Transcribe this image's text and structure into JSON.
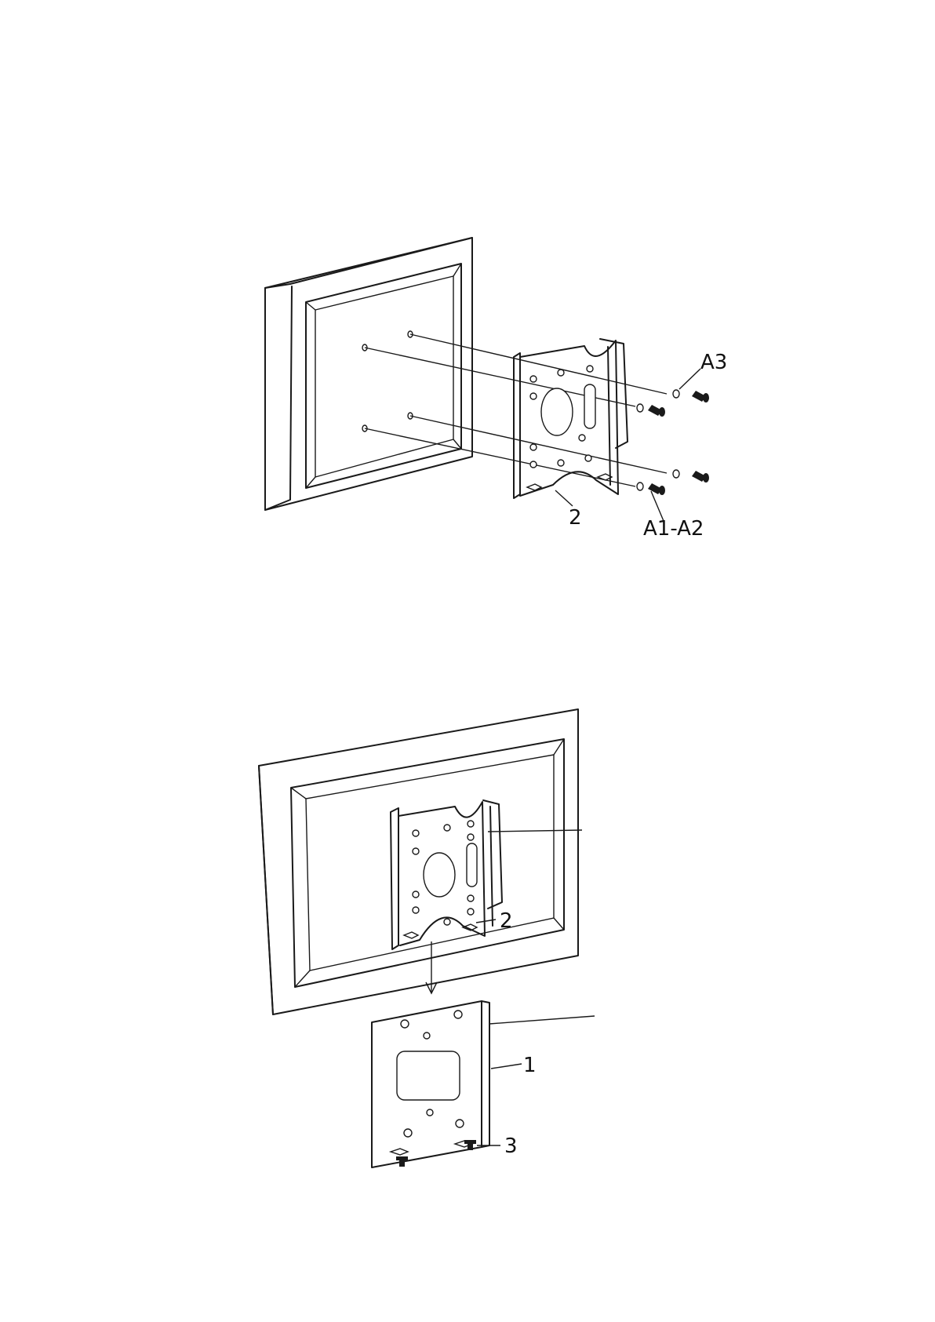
{
  "step1": {
    "label_bracket": "2",
    "label_screws_top": "A3",
    "label_screws_bottom": "A1-A2"
  },
  "step2": {
    "label_bracket": "2",
    "label_wall_plate": "1",
    "label_screws": "3"
  },
  "colors": {
    "line": "#1a1a1a",
    "background": "#ffffff"
  }
}
